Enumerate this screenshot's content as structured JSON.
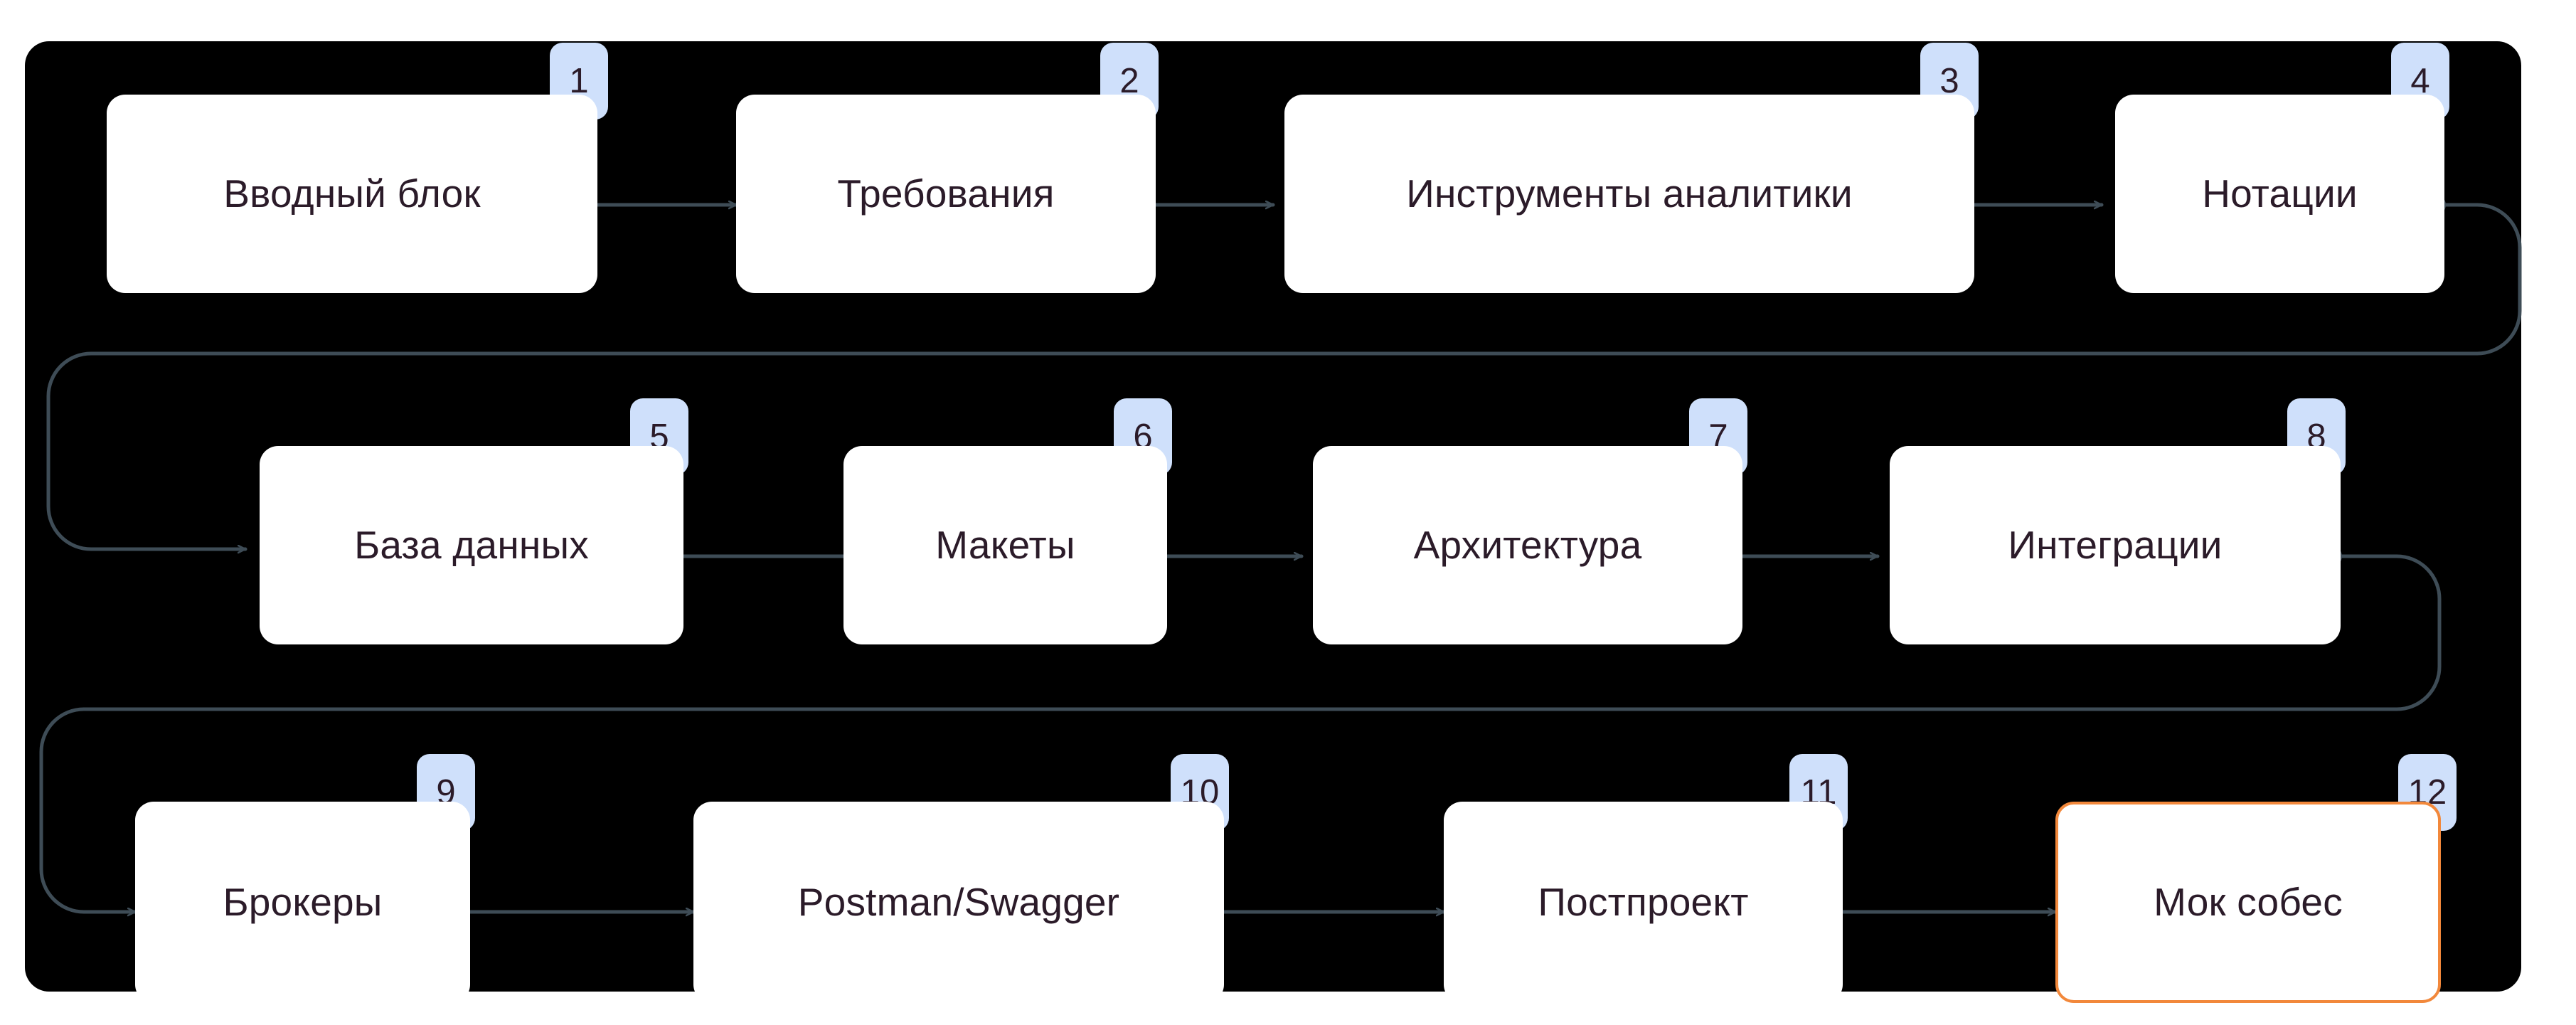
{
  "diagram": {
    "title": "Roadmap flow",
    "canvas_background": "#000000",
    "page_background": "#ffffff",
    "card_background": "#ffffff",
    "card_text_color": "#2b1b29",
    "badge_background": "#cfe0fb",
    "badge_text_color": "#2b1b29",
    "connector_color": "#3e4c56",
    "accent_border_color": "#f2883b"
  },
  "rows": [
    {
      "index": 1,
      "cards": [
        {
          "num": "1",
          "label": "Вводный блок"
        },
        {
          "num": "2",
          "label": "Требования"
        },
        {
          "num": "3",
          "label": "Инструменты аналитики"
        },
        {
          "num": "4",
          "label": "Нотации"
        }
      ]
    },
    {
      "index": 2,
      "cards": [
        {
          "num": "5",
          "label": "База данных"
        },
        {
          "num": "6",
          "label": "Макеты"
        },
        {
          "num": "7",
          "label": "Архитектура"
        },
        {
          "num": "8",
          "label": "Интеграции"
        }
      ]
    },
    {
      "index": 3,
      "cards": [
        {
          "num": "9",
          "label": "Брокеры"
        },
        {
          "num": "10",
          "label": "Postman/Swagger"
        },
        {
          "num": "11",
          "label": "Постпроект"
        },
        {
          "num": "12",
          "label": "Мок собес",
          "highlight": true
        }
      ]
    }
  ],
  "flow_order": [
    "Вводный блок",
    "Требования",
    "Инструменты аналитики",
    "Нотации",
    "База данных",
    "Макеты",
    "Архитектура",
    "Интеграции",
    "Брокеры",
    "Postman/Swagger",
    "Постпроект",
    "Мок собес"
  ]
}
